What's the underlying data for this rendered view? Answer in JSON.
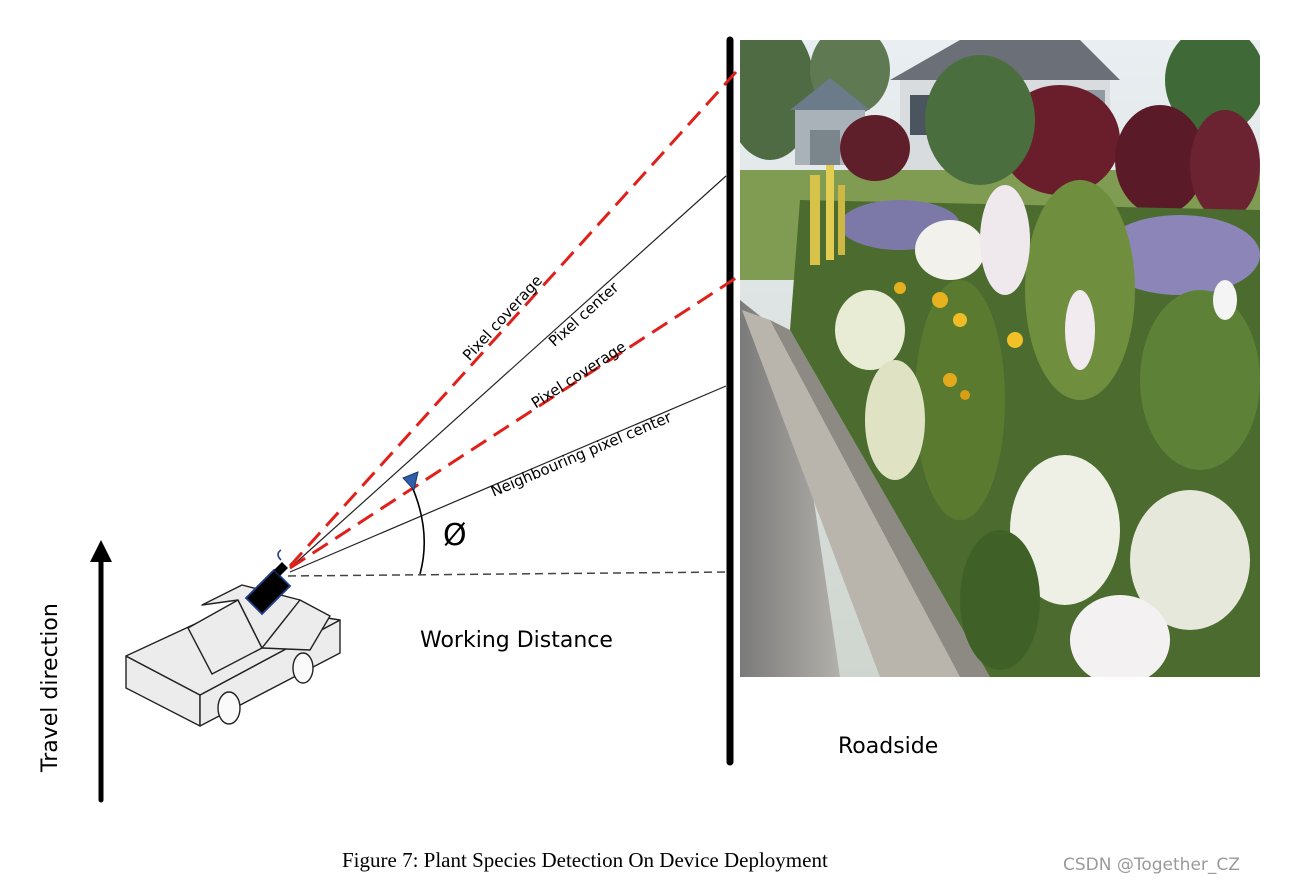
{
  "labels": {
    "pixel_coverage_upper": "Pixel coverage",
    "pixel_center": "Pixel center",
    "pixel_coverage_lower": "Pixel coverage",
    "neighbouring_pixel_center": "Neighbouring pixel center",
    "angle_symbol": "Ø",
    "working_distance": "Working Distance",
    "travel_direction": "Travel direction",
    "roadside": "Roadside"
  },
  "caption": "Figure 7: Plant Species Detection On Device Deployment",
  "watermark": "CSDN @Together_CZ",
  "colors": {
    "coverage_line": "#e0201b",
    "center_line": "#222222",
    "angle_arrow": "#2e5fa8",
    "camera_edge": "#1f3d8a"
  }
}
